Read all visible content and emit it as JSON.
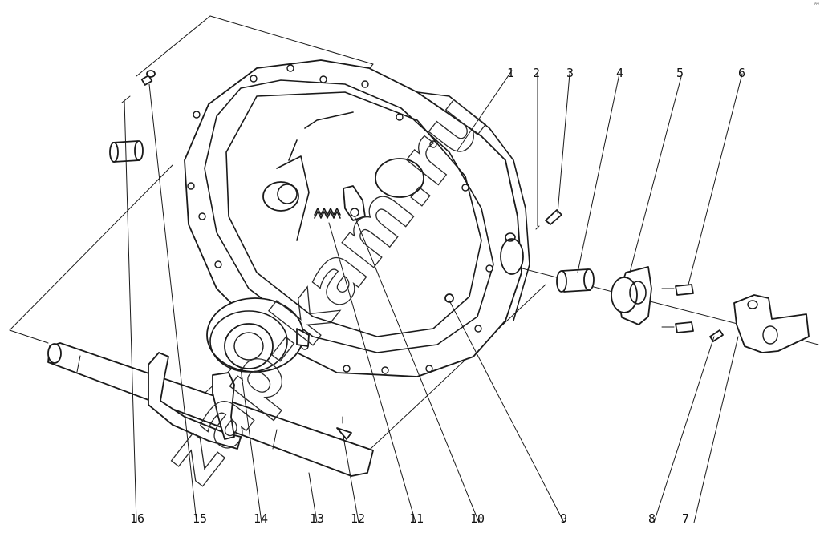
{
  "diagram": {
    "type": "exploded assembly drawing",
    "line_color": "#1a1a1a",
    "background": "#ffffff",
    "corner_mark": "A4",
    "watermark": "zap-kam.ru",
    "callouts": [
      "1",
      "2",
      "3",
      "4",
      "5",
      "6",
      "7",
      "8",
      "9",
      "10",
      "11",
      "12",
      "13",
      "14",
      "15",
      "16"
    ]
  }
}
